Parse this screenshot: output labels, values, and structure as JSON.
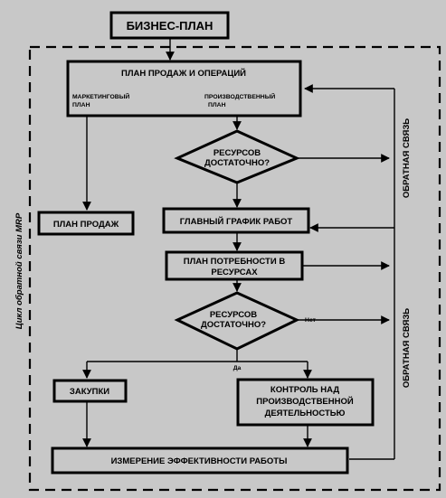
{
  "diagram": {
    "top_box": "БИЗНЕС-ПЛАН",
    "sales_ops": {
      "title": "ПЛАН ПРОДАЖ И ОПЕРАЦИЙ",
      "marketing_line1": "МАРКЕТИНГОВЫЙ",
      "marketing_line2": "ПЛАН",
      "production_line1": "ПРОИЗВОДСТВЕННЫЙ",
      "production_line2": "ПЛАН"
    },
    "decision1": {
      "line1": "РЕСУРСОВ",
      "line2": "ДОСТАТОЧНО?"
    },
    "sales_plan": "ПЛАН ПРОДАЖ",
    "master_schedule": "ГЛАВНЫЙ ГРАФИК РАБОТ",
    "resource_plan": {
      "line1": "ПЛАН ПОТРЕБНОСТИ В",
      "line2": "РЕСУРСАХ"
    },
    "decision2": {
      "line1": "РЕСУРСОВ",
      "line2": "ДОСТАТОЧНО?"
    },
    "label_no": "Нет",
    "label_yes": "Да",
    "purchases": "ЗАКУПКИ",
    "production_control": {
      "line1": "КОНТРОЛЬ НАД",
      "line2": "ПРОИЗВОДСТВЕННОЙ",
      "line3": "ДЕЯТЕЛЬНОСТЬЮ"
    },
    "performance": "ИЗМЕРЕНИЕ ЭФФЕКТИВНОСТИ РАБОТЫ",
    "feedback_top": "ОБРАТНАЯ СВЯЗЬ",
    "feedback_bottom": "ОБРАТНАЯ СВЯЗЬ",
    "mrp_cycle": "Цикл обратной связи MRP"
  }
}
